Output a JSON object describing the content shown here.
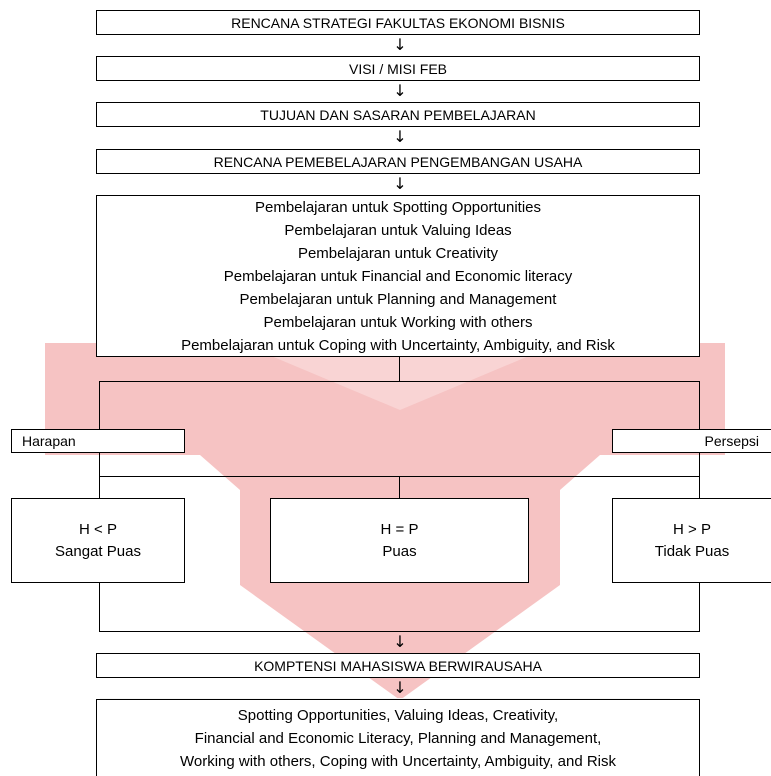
{
  "colors": {
    "watermark": "#f4b8b8",
    "watermark_light": "#f9d6d6",
    "line": "#000000"
  },
  "arrow_glyph": "↓",
  "top_boxes": [
    "RENCANA STRATEGI FAKULTAS EKONOMI BISNIS",
    "VISI / MISI FEB",
    "TUJUAN DAN SASARAN PEMBELAJARAN",
    "RENCANA PEMEBELAJARAN PENGEMBANGAN USAHA"
  ],
  "learning_items": [
    "Pembelajaran untuk Spotting Opportunities",
    "Pembelajaran untuk Valuing Ideas",
    "Pembelajaran untuk Creativity",
    "Pembelajaran untuk Financial and Economic literacy",
    "Pembelajaran untuk Planning and Management",
    "Pembelajaran untuk Working with others",
    "Pembelajaran untuk Coping with Uncertainty, Ambiguity, and Risk"
  ],
  "harapan": "Harapan",
  "persepsi": "Persepsi",
  "results": [
    {
      "condition": "H < P",
      "label": "Sangat Puas"
    },
    {
      "condition": "H = P",
      "label": "Puas"
    },
    {
      "condition": "H > P",
      "label": "Tidak Puas"
    }
  ],
  "competence_title": "KOMPTENSI MAHASISWA BERWIRAUSAHA",
  "competence_lines": [
    "Spotting Opportunities, Valuing Ideas, Creativity,",
    "Financial and Economic Literacy, Planning and Management,",
    "Working with others, Coping with Uncertainty, Ambiguity, and Risk"
  ]
}
